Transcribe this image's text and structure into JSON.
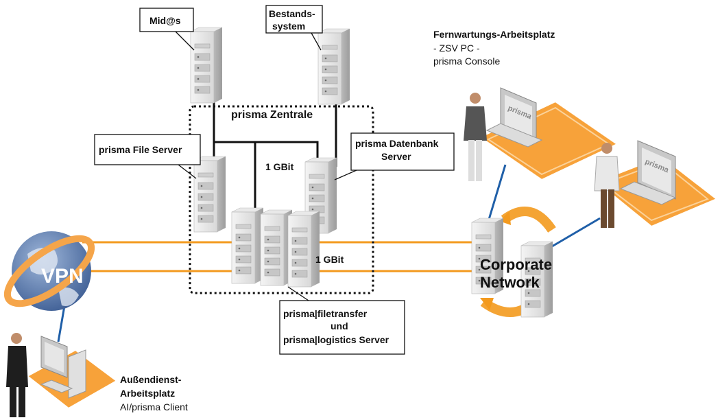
{
  "callouts": {
    "midas": "Mid@s",
    "bestand_1": "Bestands-",
    "bestand_2": "system",
    "file_server": "prisma File Server",
    "db_1": "prisma Datenbank",
    "db_2": "Server",
    "ft_1": "prisma|filetransfer",
    "ft_2": "und",
    "ft_3": "prisma|logistics Server"
  },
  "zentrale": {
    "title": "prisma Zentrale",
    "link_1": "1 GBit",
    "link_2": "1 GBit"
  },
  "vpn": "VPN",
  "corporate_1": "Corporate",
  "corporate_2": "Network",
  "fernwartung": {
    "title": "Fernwartungs-Arbeitsplatz",
    "line_1": "- ZSV PC -",
    "line_2": "prisma Console"
  },
  "aussendienst": {
    "line_1": "Außendienst-",
    "line_2": "Arbeitsplatz",
    "line_3": "AI/prisma Client"
  },
  "screen_logo": "prisma",
  "colors": {
    "orange": "#f39a1e",
    "blue_link": "#1f5fa8",
    "vpn_ring": "#f5a54a",
    "globe": "#5a7fb5"
  }
}
